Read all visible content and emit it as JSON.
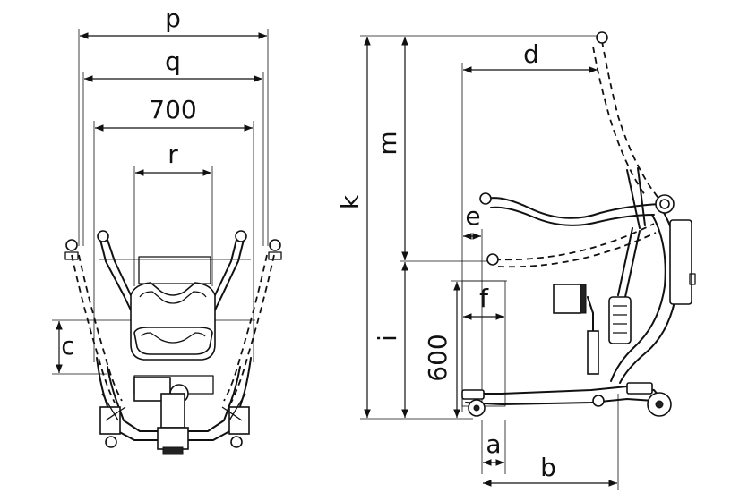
{
  "labels": {
    "p": "p",
    "q": "q",
    "width_700": "700",
    "r": "r",
    "c": "c",
    "k": "k",
    "m": "m",
    "i": "i",
    "height_600": "600",
    "d": "d",
    "e": "e",
    "f": "f",
    "a": "a",
    "b": "b"
  },
  "colors": {
    "line": "#111111",
    "background": "#ffffff"
  }
}
